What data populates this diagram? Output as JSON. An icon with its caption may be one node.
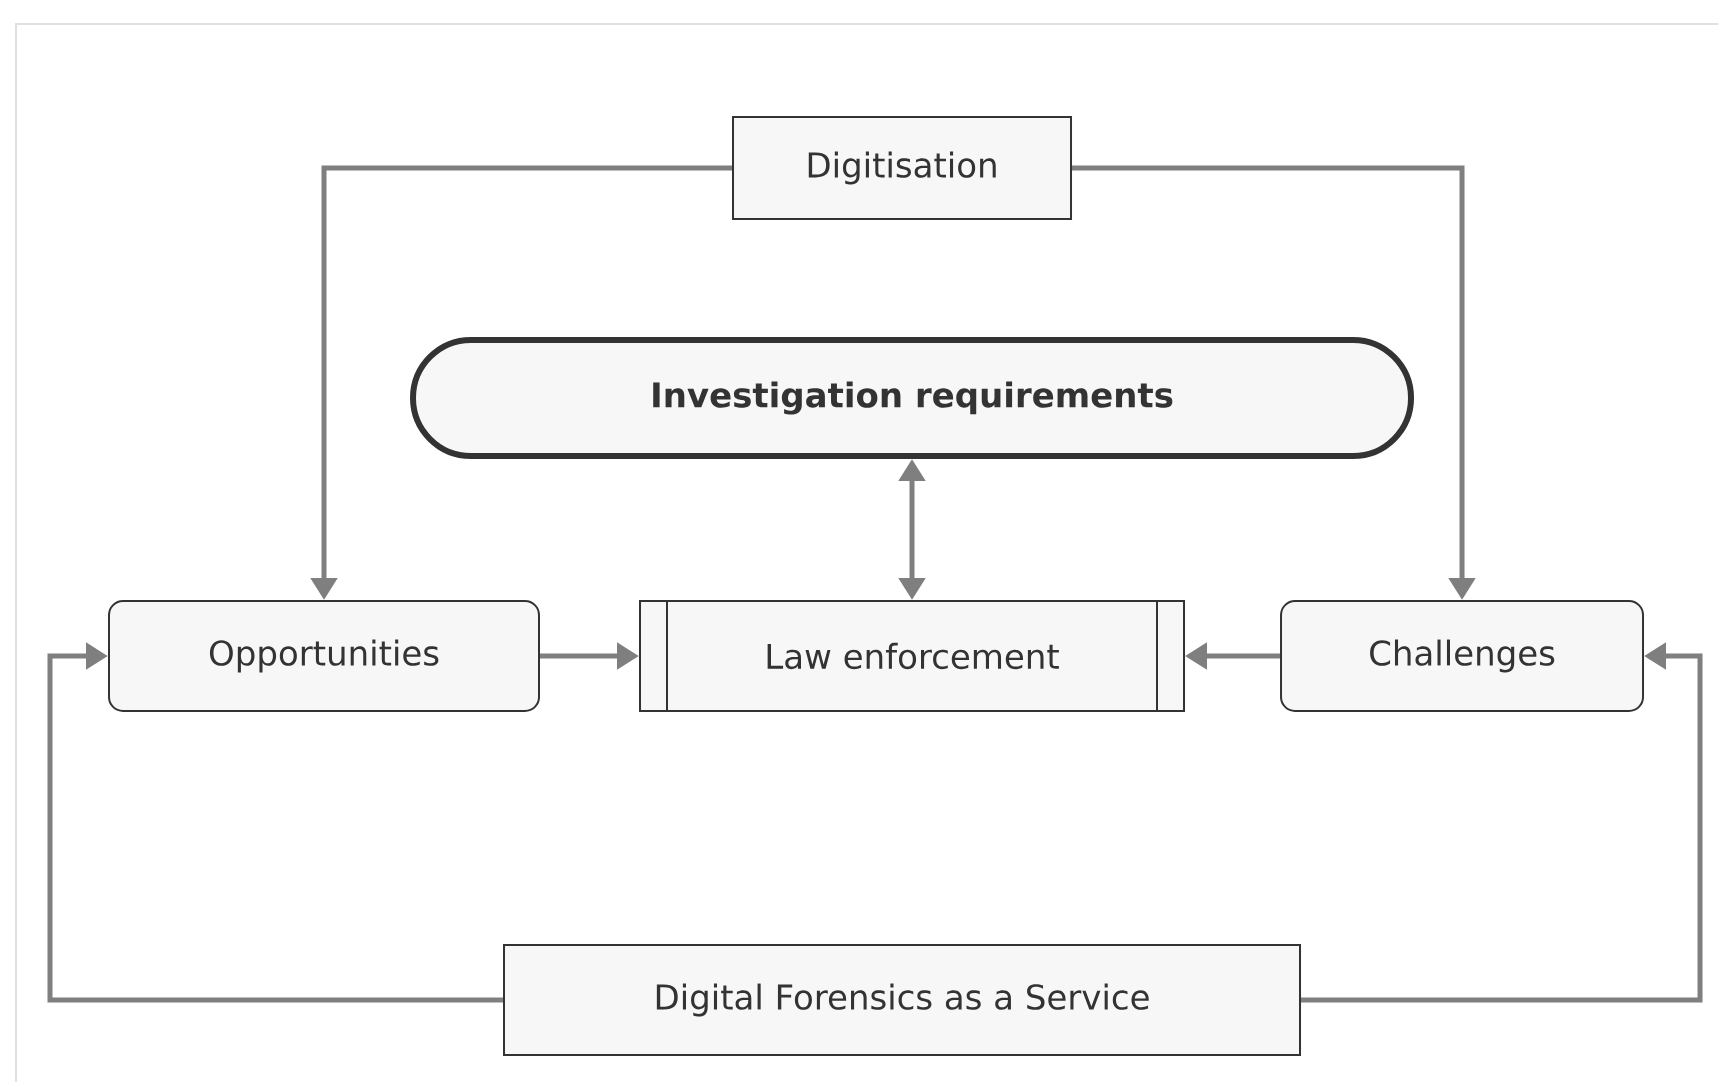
{
  "diagram": {
    "nodes": [
      {
        "text": [
          "Digitisation"
        ]
      },
      {
        "text": [
          "Investigation requirements"
        ]
      },
      {
        "text": [
          "Opportunities"
        ]
      },
      {
        "text": [
          "Law enforcement"
        ]
      },
      {
        "text": [
          "Challenges"
        ]
      },
      {
        "text": [
          "Digital Forensics as a Service"
        ]
      }
    ],
    "edges": [
      {
        "from": 0,
        "to": 2,
        "arrow": "to"
      },
      {
        "from": 0,
        "to": 4,
        "arrow": "to"
      },
      {
        "from": 3,
        "to": 1,
        "arrow": "both"
      },
      {
        "from": 2,
        "to": 3,
        "arrow": "to"
      },
      {
        "from": 4,
        "to": 3,
        "arrow": "to"
      },
      {
        "from": 5,
        "to": 2,
        "arrow": "to"
      },
      {
        "from": 5,
        "to": 4,
        "arrow": "to"
      }
    ]
  }
}
